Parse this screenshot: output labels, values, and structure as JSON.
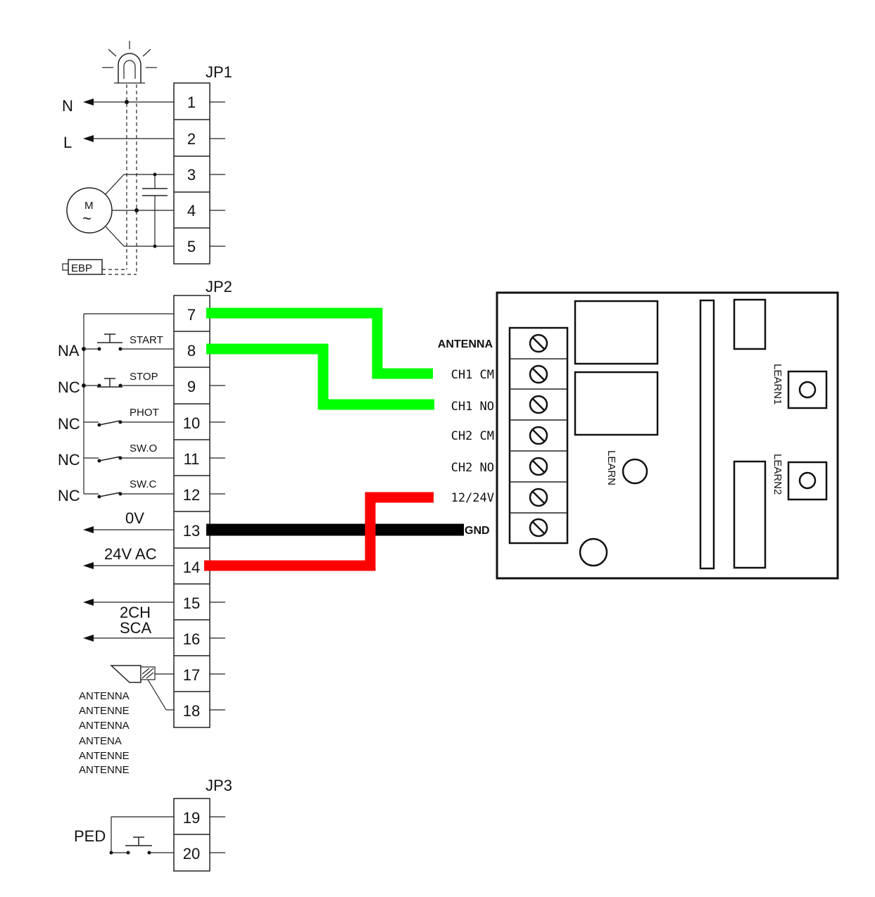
{
  "connectors": {
    "jp1": "JP1",
    "jp2": "JP2",
    "jp3": "JP3"
  },
  "terminals": [
    "1",
    "2",
    "3",
    "4",
    "5",
    "7",
    "8",
    "9",
    "10",
    "11",
    "12",
    "13",
    "14",
    "15",
    "16",
    "17",
    "18",
    "19",
    "20"
  ],
  "labels": {
    "n": "N",
    "l": "L",
    "motor": "M",
    "motor_symbol": "~",
    "ebp": "EBP",
    "na": "NA",
    "nc1": "NC",
    "nc2": "NC",
    "nc3": "NC",
    "nc4": "NC",
    "start": "START",
    "stop": "STOP",
    "phot": "PHOT",
    "swo": "SW.O",
    "swc": "SW.C",
    "v0": "0V",
    "v24": "24V AC",
    "ch2_line1": "2CH",
    "ch2_line2": "SCA",
    "ped": "PED"
  },
  "antenna_labels": [
    "ANTENNA",
    "ANTENNE",
    "ANTENNA",
    "ANTENA",
    "ANTENNE",
    "ANTENNE"
  ],
  "receiver": {
    "pins": [
      "ANTENNA",
      "CH1 CM",
      "CH1 NO",
      "CH2 CM",
      "CH2 NO",
      "12/24V",
      "GND"
    ],
    "learn": "LEARN",
    "learn1": "LEARN1",
    "learn2": "LEARN2"
  },
  "wire_colors": {
    "green": "#00ff00",
    "red": "#ff0000",
    "black": "#000000"
  }
}
